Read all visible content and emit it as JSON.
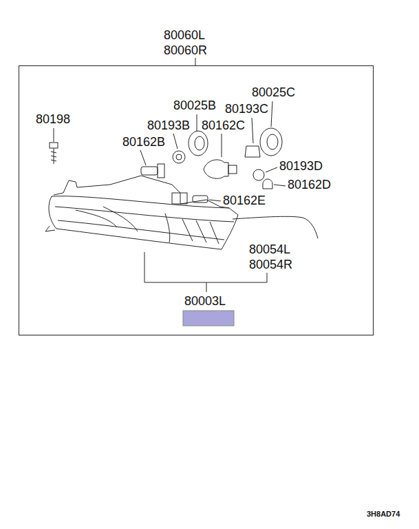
{
  "diagram": {
    "nodes": [
      {
        "text": [
          "80060L",
          "80060R"
        ]
      }
    ],
    "labels": [
      "80198",
      "80025B",
      "80193B",
      "80162C",
      "80162B",
      "80025C",
      "80193C",
      "80193D",
      "80162D",
      "80162E",
      "80054L",
      "80054R",
      "80003L",
      "3H8AD74"
    ]
  }
}
